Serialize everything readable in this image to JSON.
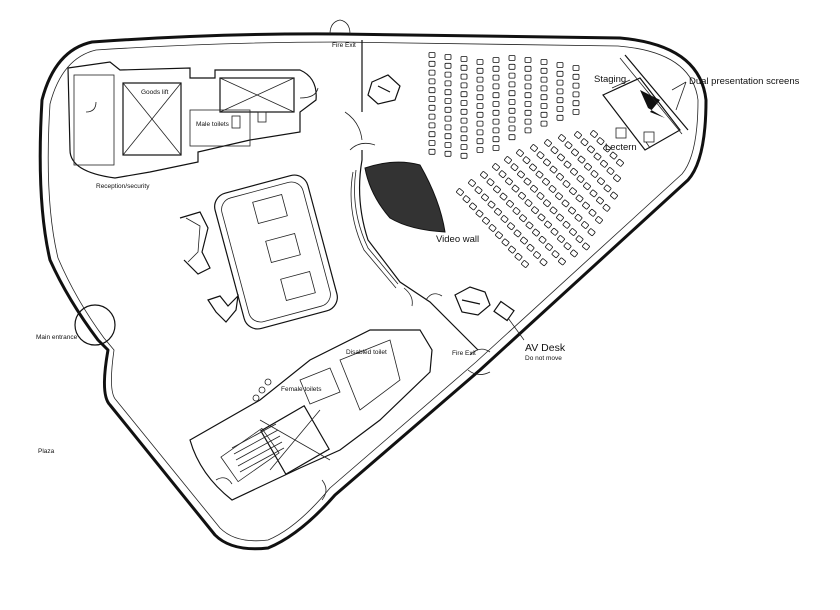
{
  "labels": {
    "fire_exit_top": "Fire Exit",
    "goods_lift": "Goods lift",
    "male_toilets": "Male toilets",
    "reception": "Reception/security",
    "staging": "Staging",
    "dual_screens": "Dual presentation screens",
    "lectern": "Lectern",
    "video_wall": "Video wall",
    "main_entrance": "Main entrance",
    "disabled_toilet": "Disabled toilet",
    "female_toilets": "Female toilets",
    "fire_exit_bottom": "Fire Exit",
    "av_desk": "AV Desk",
    "do_not_move": "Do not move",
    "plaza": "Plaza"
  }
}
